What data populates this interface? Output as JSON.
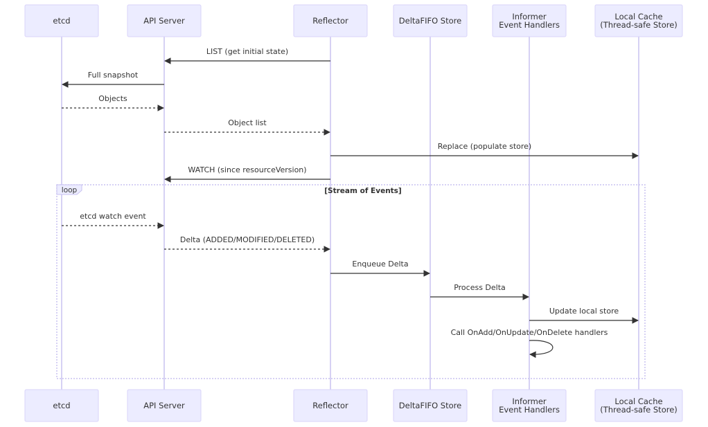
{
  "participants": [
    {
      "id": "etcd",
      "lines": [
        "etcd"
      ]
    },
    {
      "id": "api",
      "lines": [
        "API Server"
      ]
    },
    {
      "id": "reflector",
      "lines": [
        "Reflector"
      ]
    },
    {
      "id": "fifo",
      "lines": [
        "DeltaFIFO Store"
      ]
    },
    {
      "id": "informer",
      "lines": [
        "Informer",
        "Event Handlers"
      ]
    },
    {
      "id": "cache",
      "lines": [
        "Local Cache",
        "(Thread-safe Store)"
      ]
    }
  ],
  "messages": [
    {
      "from": "reflector",
      "to": "api",
      "text": "LIST (get initial state)",
      "style": "solid"
    },
    {
      "from": "api",
      "to": "etcd",
      "text": "Full snapshot",
      "style": "solid"
    },
    {
      "from": "etcd",
      "to": "api",
      "text": "Objects",
      "style": "dotted"
    },
    {
      "from": "api",
      "to": "reflector",
      "text": "Object list",
      "style": "dotted"
    },
    {
      "from": "reflector",
      "to": "cache",
      "text": "Replace (populate store)",
      "style": "solid"
    },
    {
      "from": "reflector",
      "to": "api",
      "text": "WATCH (since resourceVersion)",
      "style": "solid"
    },
    {
      "from": "etcd",
      "to": "api",
      "text": "etcd watch event",
      "style": "dotted"
    },
    {
      "from": "api",
      "to": "reflector",
      "text": "Delta (ADDED/MODIFIED/DELETED)",
      "style": "dotted"
    },
    {
      "from": "reflector",
      "to": "fifo",
      "text": "Enqueue Delta",
      "style": "solid"
    },
    {
      "from": "fifo",
      "to": "informer",
      "text": "Process Delta",
      "style": "solid"
    },
    {
      "from": "informer",
      "to": "cache",
      "text": "Update local store",
      "style": "solid"
    },
    {
      "from": "informer",
      "to": "informer",
      "text": "Call OnAdd/OnUpdate/OnDelete handlers",
      "style": "solid"
    }
  ],
  "loop": {
    "label": "loop",
    "condition": "[Stream of Events]"
  },
  "colors": {
    "actor_fill": "#ececff",
    "actor_stroke": "#d9d3fa",
    "lifeline": "#c8c2f0",
    "text": "#333333"
  }
}
